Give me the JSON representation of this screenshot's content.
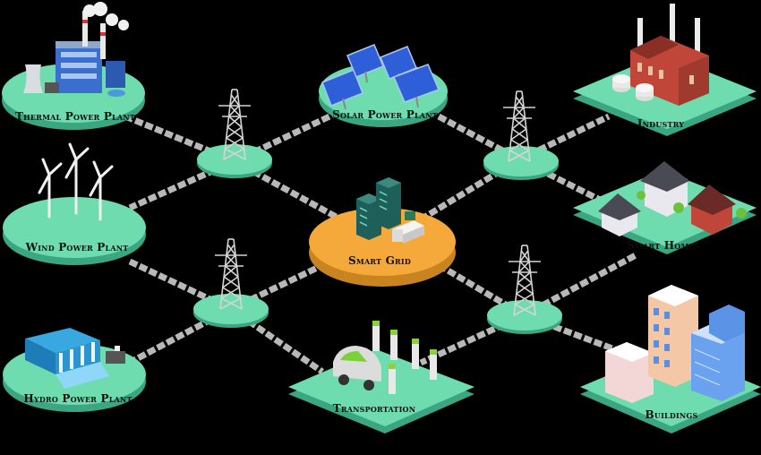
{
  "nodes": {
    "thermal": "Thermal Power Plant",
    "solar": "Solar Power Plant",
    "industry": "Industry",
    "wind": "Wind Power Plant",
    "smart_grid": "Smart Grid",
    "smart_homes": "Smart Homes",
    "hydro": "Hydro Power Plant",
    "transportation": "Transportation",
    "buildings": "Buildings"
  },
  "colors": {
    "background": "#000000",
    "platform_green": "#6fdcb0",
    "platform_edge": "#3aa682",
    "hub": "#f5a93a",
    "hub_edge": "#c98420",
    "cable": "#bdbdbd",
    "tower": "#cfcfcf"
  }
}
